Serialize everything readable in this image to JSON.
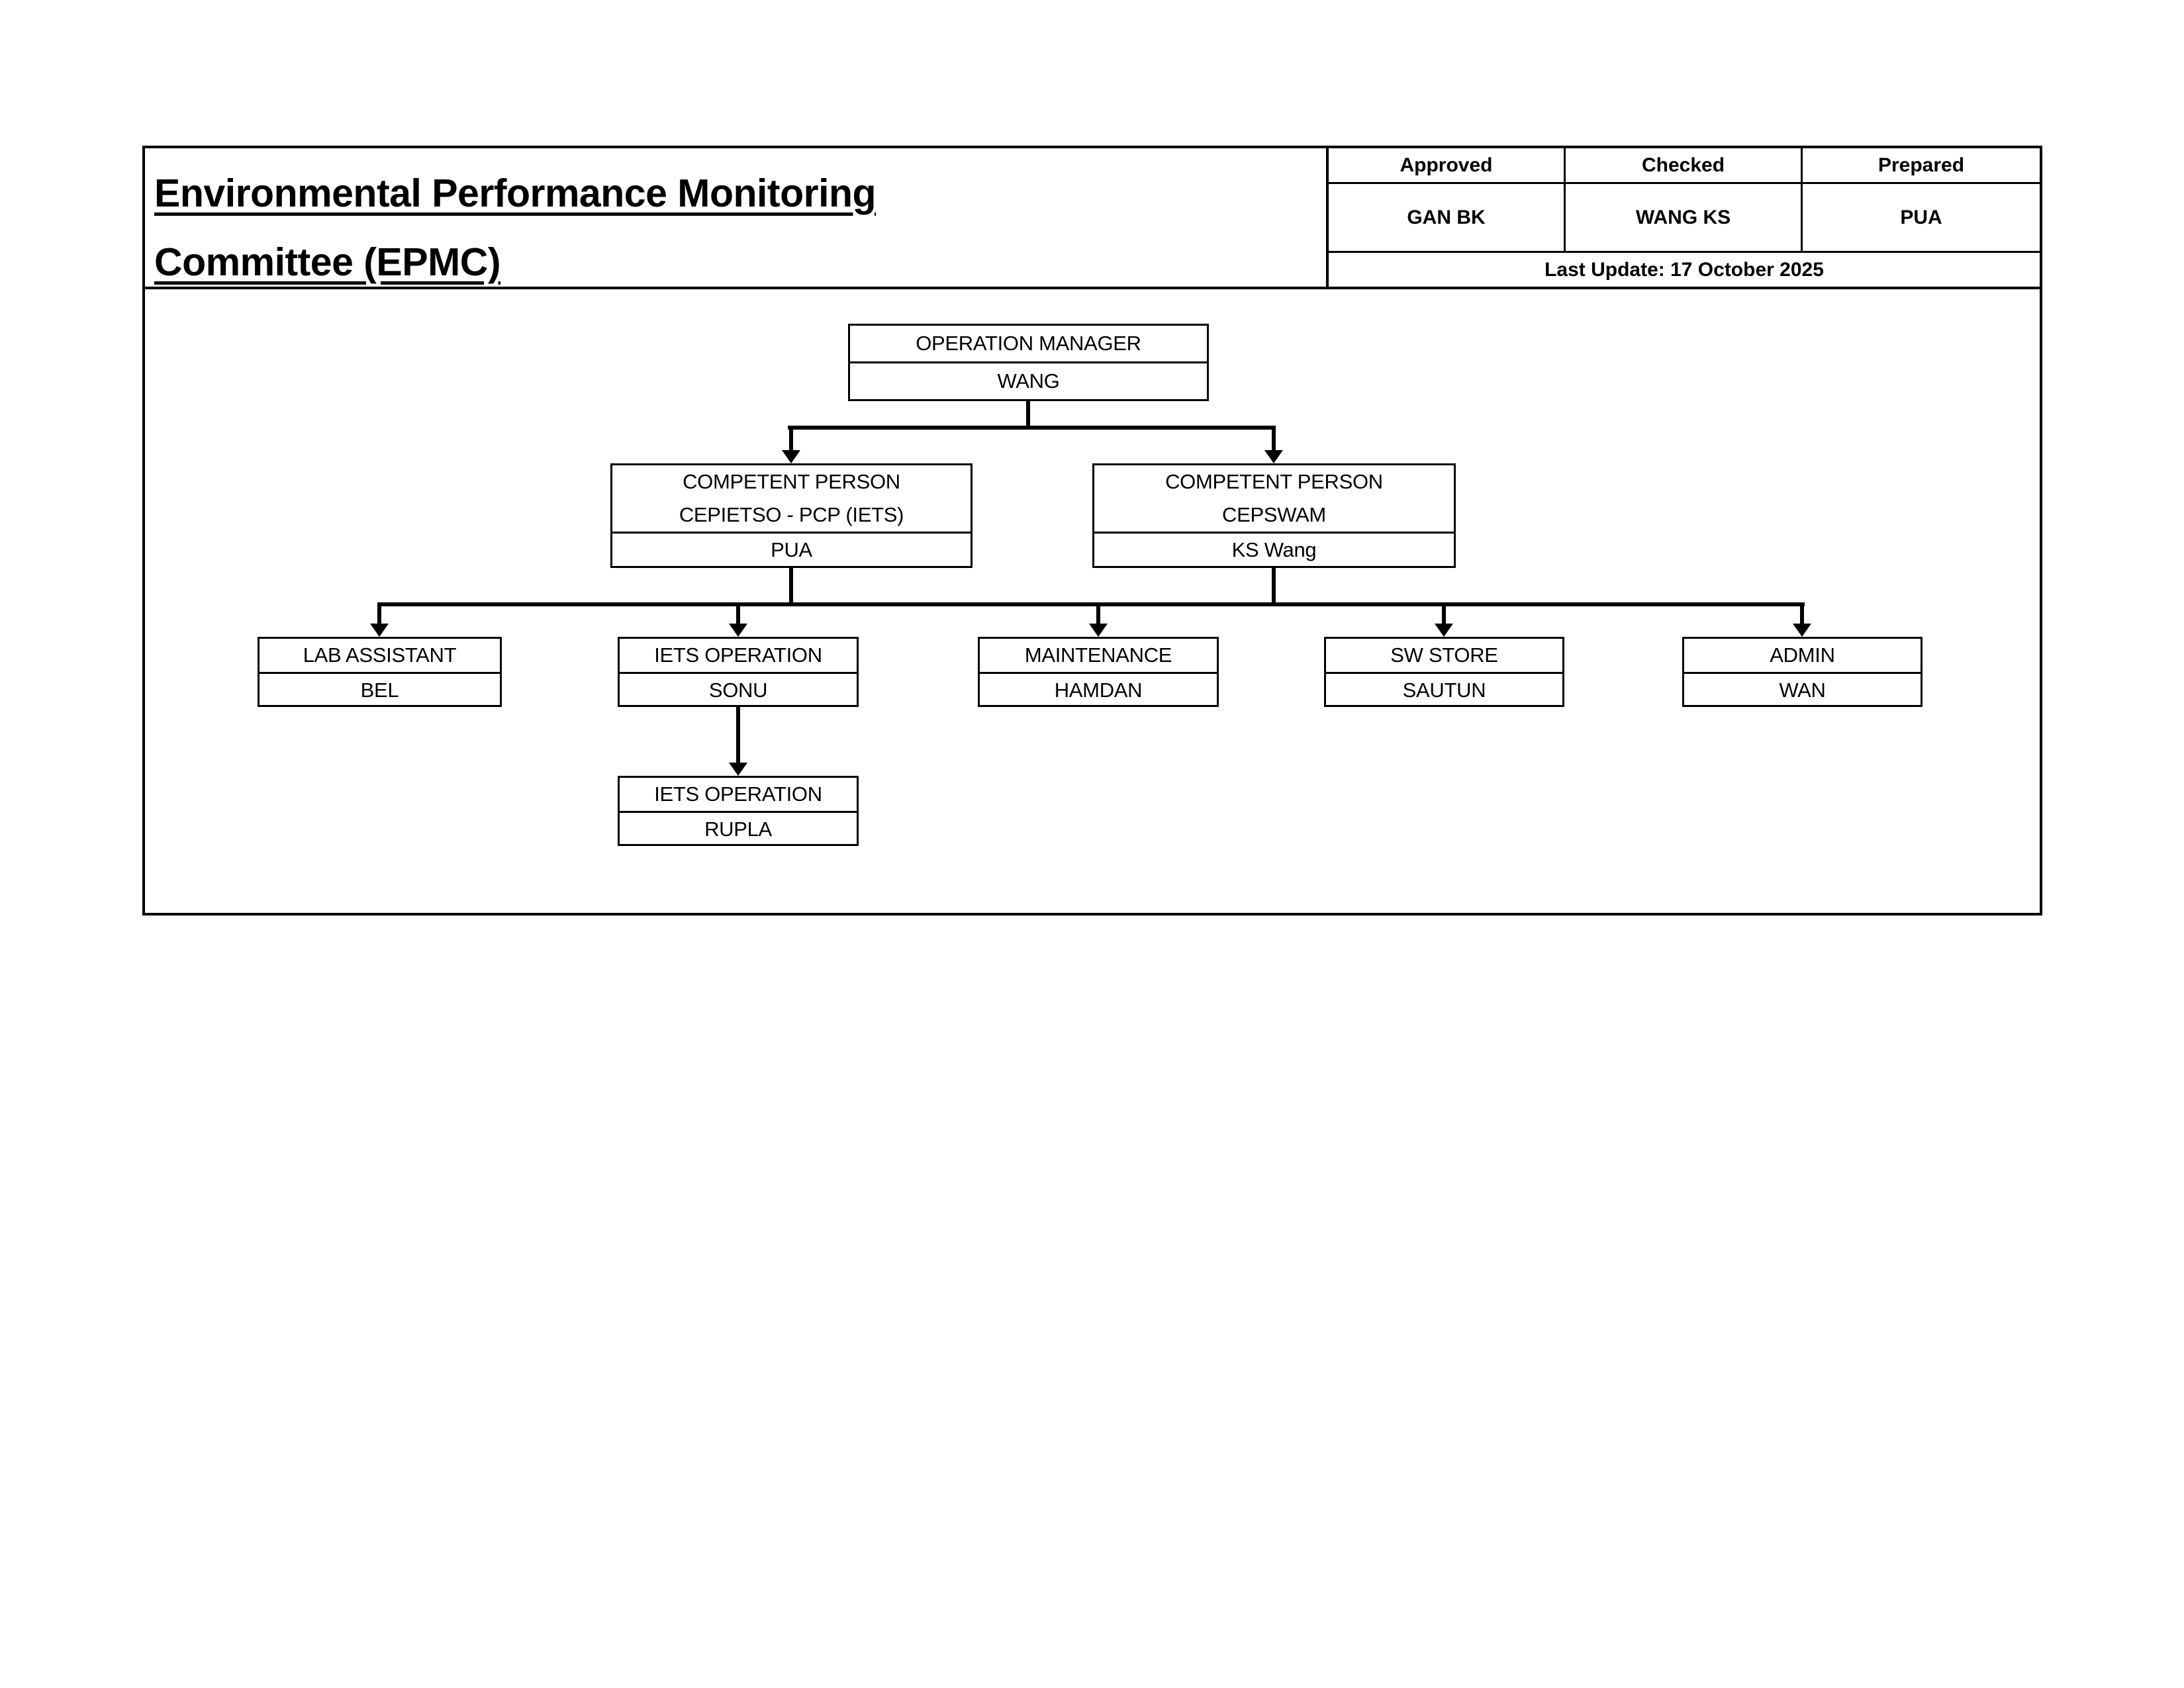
{
  "header": {
    "title": "Environmental Performance Monitoring Committee (EPMC)",
    "approval_table": {
      "columns": [
        "Approved",
        "Checked",
        "Prepared"
      ],
      "signatories": [
        "GAN BK",
        "WANG KS",
        "PUA"
      ],
      "last_update": "Last Update: 17 October 2025"
    }
  },
  "org_chart": {
    "operation_manager": {
      "title": "OPERATION MANAGER",
      "name": "WANG"
    },
    "competent_person_iets": {
      "title": "COMPETENT PERSON",
      "subtitle": "CEPIETSO - PCP (IETS)",
      "name": "PUA"
    },
    "competent_person_sw": {
      "title": "COMPETENT PERSON",
      "subtitle": "CEPSWAM",
      "name": "KS Wang"
    },
    "lab_assistant": {
      "title": "LAB ASSISTANT",
      "name": "BEL"
    },
    "iets_operation": {
      "title": "IETS OPERATION",
      "name": "SONU"
    },
    "maintenance": {
      "title": "MAINTENANCE",
      "name": "HAMDAN"
    },
    "sw_store": {
      "title": "SW STORE",
      "name": "SAUTUN"
    },
    "admin": {
      "title": "ADMIN",
      "name": "WAN"
    },
    "iets_operation_2": {
      "title": "IETS OPERATION",
      "name": "RUPLA"
    }
  },
  "colors": {
    "line": "#000000",
    "text": "#000000",
    "background": "#ffffff"
  }
}
